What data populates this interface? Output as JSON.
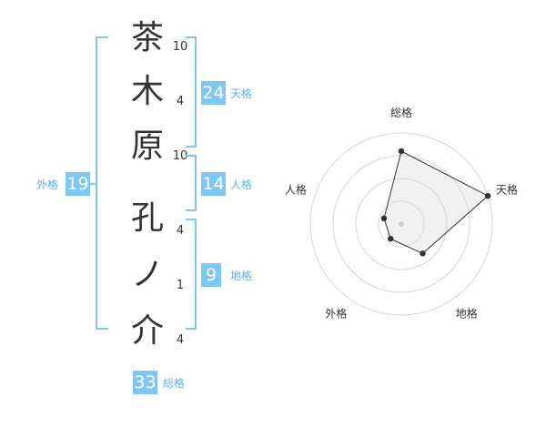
{
  "colors": {
    "accent": "#7cc7f3",
    "label": "#5ab4e8",
    "text": "#333333"
  },
  "name": {
    "chars": [
      {
        "char": "茶",
        "strokes": "10"
      },
      {
        "char": "木",
        "strokes": "4"
      },
      {
        "char": "原",
        "strokes": "10"
      },
      {
        "char": "孔",
        "strokes": "4"
      },
      {
        "char": "ノ",
        "strokes": "1"
      },
      {
        "char": "介",
        "strokes": "4"
      }
    ]
  },
  "fortune": {
    "tenkaku": {
      "label": "天格",
      "value": "24"
    },
    "jinkaku": {
      "label": "人格",
      "value": "14"
    },
    "chikaku": {
      "label": "地格",
      "value": "9"
    },
    "gaikaku": {
      "label": "外格",
      "value": "19"
    },
    "soukaku": {
      "label": "総格",
      "value": "33"
    }
  },
  "radar": {
    "axes": [
      "総格",
      "天格",
      "地格",
      "外格",
      "人格"
    ],
    "values": [
      4,
      5,
      2,
      1,
      1
    ],
    "max": 5,
    "rings": 4
  }
}
